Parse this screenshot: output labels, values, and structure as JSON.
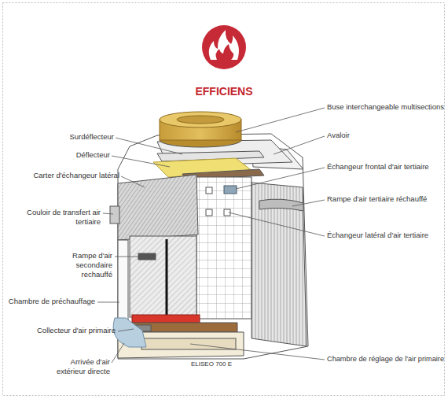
{
  "diagram": {
    "title": "EFFICIENS",
    "caption": "ELISEO 700 E",
    "labels": [
      "Surdéflecteur",
      "Déflecteur",
      "Carter d'échangeur latéral",
      "Couloir de transfert air tertiaire",
      "Rampe d'air secondaire rechauffé",
      "Chambre de préchauffage",
      "Collecteur d'air primaire",
      "Arrivée d'air extérieur directe",
      "Buse interchangeable multisections",
      "Avaloir",
      "Échangeur frontal d'air tertiaire",
      "Rampe d'air tertiaire réchauffé",
      "Échangeur latéral d'air tertiaire",
      "Chambre de réglage de l'air primaire"
    ]
  }
}
